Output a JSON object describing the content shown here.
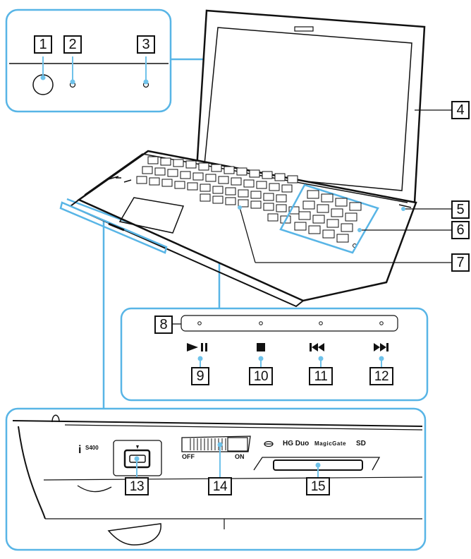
{
  "callouts": [
    "1",
    "2",
    "3",
    "4",
    "5",
    "6",
    "7",
    "8",
    "9",
    "10",
    "11",
    "12",
    "13",
    "14",
    "15"
  ],
  "switch": {
    "off": "OFF",
    "on": "ON"
  },
  "card_slots": {
    "memory_stick": "MagicGate",
    "hg_duo": "HG Duo",
    "sd": "SD"
  },
  "port_label": "S400",
  "colors": {
    "accent": "#6fc2ea",
    "line": "#111111",
    "panel_stroke": "#58b5e6"
  }
}
